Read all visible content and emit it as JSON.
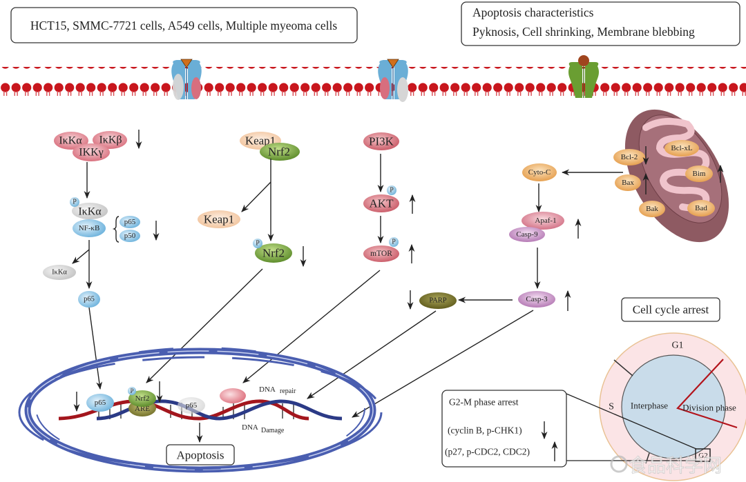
{
  "header": {
    "cell_lines": "HCT15, SMMC-7721 cells, A549 cells, Multiple myeoma cells",
    "apoptosis_title": "Apoptosis characteristics",
    "apoptosis_features": "Pyknosis, Cell shrinking, Membrane blebbing"
  },
  "nfkb_pathway": {
    "ikk_alpha": "IκKα",
    "ikk_beta": "IκKβ",
    "ikk_gamma": "IKKγ",
    "p_ikk_alpha": "IκKα",
    "phospho": "P",
    "nfkb": "NF-κB",
    "p65": "p65",
    "p50": "p50",
    "released_ikk_alpha": "IκKα",
    "free_p65": "p65",
    "ikk_regulation": "down",
    "p65_p50_regulation": "down"
  },
  "nrf2_pathway": {
    "keap1_complex": "Keap1",
    "nrf2_complex": "Nrf2",
    "keap1_free": "Keap1",
    "p_nrf2": "Nrf2",
    "phospho": "P",
    "nrf2_regulation": "down"
  },
  "pi3k_pathway": {
    "pi3k": "PI3K",
    "akt": "AKT",
    "mtor": "mTOR",
    "phospho": "P",
    "akt_regulation": "up",
    "mtor_regulation": "up"
  },
  "mitochondrial_pathway": {
    "bcl2": "Bcl-2",
    "bax": "Bax",
    "bclxl": "Bcl-xL",
    "bim": "Bim",
    "bak": "Bak",
    "bad": "Bad",
    "cyto_c": "Cyto-C",
    "apaf1": "Apaf-1",
    "casp9": "Casp-9",
    "casp3": "Casp-3",
    "parp": "PARP",
    "bcl2_regulation": "down",
    "bax_regulation": "up",
    "bim_group_regulation": "up",
    "apaf_regulation": "up",
    "casp3_regulation": "up",
    "parp_regulation": "down"
  },
  "nucleus": {
    "p65": "p65",
    "nrf2": "Nrf2",
    "are": "ARE",
    "phospho": "P",
    "p65_faded": "p65",
    "dna_repair": "DNA",
    "dna_repair_sub": "repair",
    "dna_damage": "DNA",
    "dna_damage_sub": "Damage",
    "apoptosis": "Apoptosis"
  },
  "cell_cycle": {
    "title": "Cell cycle arrest",
    "g1": "G1",
    "s": "S",
    "g2": "G2",
    "interphase": "Interphase",
    "division": "Division phase",
    "arrest_title": "G2-M phase arrest",
    "down_proteins": "(cyclin B, p-CHK1)",
    "up_proteins": "(p27, p-CDC2, CDC2)"
  },
  "watermark": "食品科学网",
  "colors": {
    "membrane": "#c8161d",
    "receptor_blue": "#6aaed6",
    "receptor_green": "#6a9e32",
    "ikk_pink": "#e8a0a8",
    "nfkb_blue": "#8cc4e4",
    "keap_peach": "#f6d2b4",
    "nrf2_green": "#6e9e36",
    "pi3k_red": "#d9707a",
    "bcl_orange": "#eba95c",
    "mito_brown": "#8e5a62",
    "casp_purple": "#c98cc6",
    "parp_olive": "#6e6a24",
    "nucleus_blue": "#4a5eb0",
    "cycle_outer": "#fbe4e6",
    "cycle_inner": "#c9dcea"
  }
}
